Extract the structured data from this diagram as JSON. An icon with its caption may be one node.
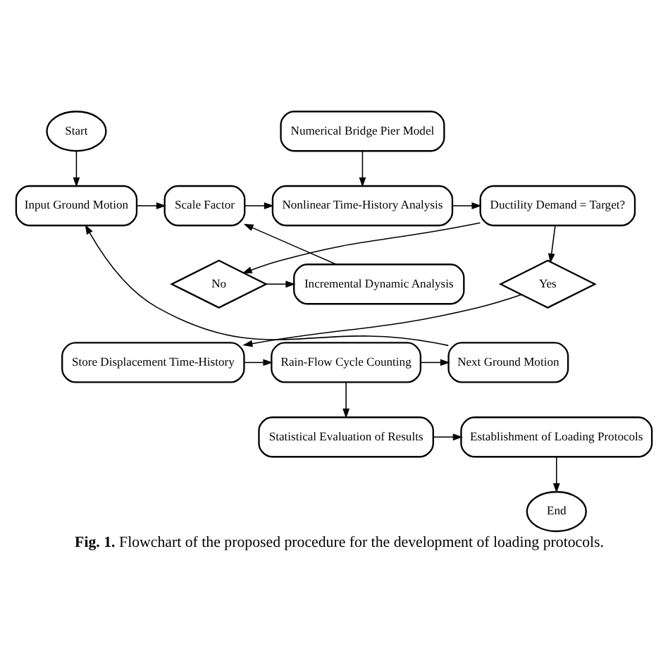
{
  "diagram": {
    "caption": "**Fig. 1.** Flowchart of the proposed procedure for the development of loading protocols.",
    "nodes": [
      {
        "text": [
          "Start"
        ]
      },
      {
        "text": [
          "Numerical Bridge Pier Model"
        ]
      },
      {
        "text": [
          "Input Ground Motion"
        ]
      },
      {
        "text": [
          "Scale Factor"
        ]
      },
      {
        "text": [
          "Nonlinear Time-History Analysis"
        ]
      },
      {
        "text": [
          "Ductility Demand = Target?"
        ]
      },
      {
        "text": [
          "Incremental Dynamic Analysis"
        ]
      },
      {
        "text": [
          "No"
        ]
      },
      {
        "text": [
          "Yes"
        ]
      },
      {
        "text": [
          "Next Ground Motion"
        ]
      },
      {
        "text": [
          "Rain-Flow Cycle Counting"
        ]
      },
      {
        "text": [
          "Store Displacement Time-History"
        ]
      },
      {
        "text": [
          "Statistical Evaluation of Results"
        ]
      },
      {
        "text": [
          "Establishment of Loading Protocols"
        ]
      },
      {
        "text": [
          "End"
        ]
      }
    ],
    "edges": [
      {
        "from": 0,
        "to": 2,
        "arrow": "to"
      },
      {
        "from": 2,
        "to": 3,
        "arrow": "to"
      },
      {
        "from": 1,
        "to": 4,
        "arrow": "to"
      },
      {
        "from": 3,
        "to": 4,
        "arrow": "to"
      },
      {
        "from": 4,
        "to": 5,
        "arrow": "to"
      },
      {
        "from": 5,
        "to": 7,
        "arrow": "to"
      },
      {
        "from": 5,
        "to": 8,
        "arrow": "to"
      },
      {
        "from": 7,
        "to": 6,
        "arrow": "to"
      },
      {
        "from": 6,
        "to": 3,
        "arrow": "to"
      },
      {
        "from": 8,
        "to": 11,
        "arrow": "to"
      },
      {
        "from": 11,
        "to": 10,
        "arrow": "to"
      },
      {
        "from": 10,
        "to": 9,
        "arrow": "to"
      },
      {
        "from": 9,
        "to": 2,
        "arrow": "to"
      },
      {
        "from": 10,
        "to": 12,
        "arrow": "to"
      },
      {
        "from": 12,
        "to": 13,
        "arrow": "to"
      },
      {
        "from": 13,
        "to": 14,
        "arrow": "to"
      }
    ]
  }
}
